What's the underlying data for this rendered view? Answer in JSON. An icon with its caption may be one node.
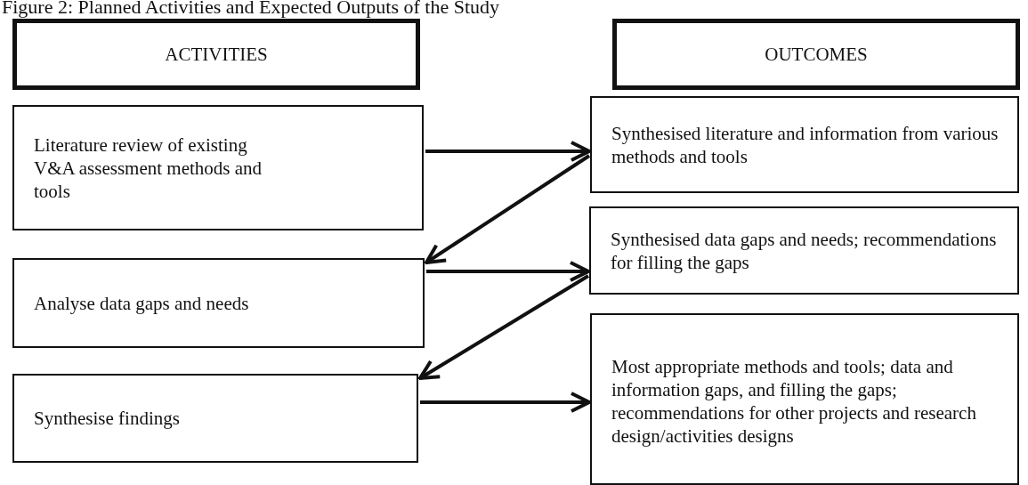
{
  "diagram": {
    "title": "Figure 2: Planned Activities and Expected Outputs of the Study",
    "nodes": [
      {
        "text": [
          "ACTIVITIES"
        ]
      },
      {
        "text": [
          "OUTCOMES"
        ]
      },
      {
        "text": [
          "Literature review of existing V&A assessment methods and tools"
        ]
      },
      {
        "text": [
          "Synthesised literature and information from various methods and tools"
        ]
      },
      {
        "text": [
          "Analyse data gaps and needs"
        ]
      },
      {
        "text": [
          "Synthesised data gaps and needs; recommendations for filling the gaps"
        ]
      },
      {
        "text": [
          "Synthesise findings"
        ]
      },
      {
        "text": [
          "Most appropriate methods and tools; data and information gaps, and filling the gaps; recommendations for other projects and research design/activities designs"
        ]
      }
    ],
    "edges": [
      {
        "from": 2,
        "to": 3,
        "arrow": "to"
      },
      {
        "from": 3,
        "to": 4,
        "arrow": "to"
      },
      {
        "from": 4,
        "to": 5,
        "arrow": "to"
      },
      {
        "from": 5,
        "to": 6,
        "arrow": "to"
      },
      {
        "from": 6,
        "to": 7,
        "arrow": "to"
      }
    ]
  }
}
